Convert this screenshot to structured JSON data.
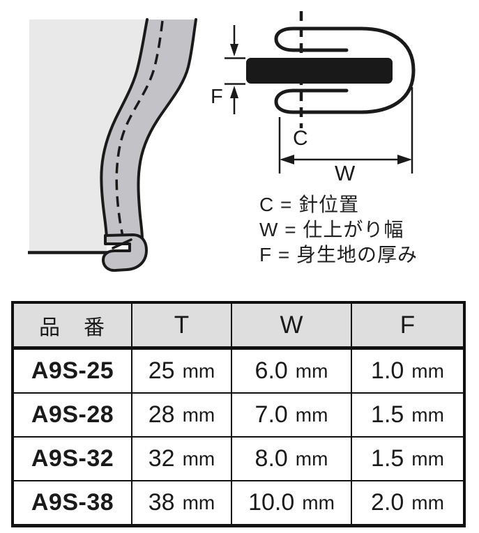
{
  "diagram": {
    "f_label": "F",
    "c_label": "C",
    "w_label": "W"
  },
  "legend": {
    "lines": [
      "C = 針位置",
      "W = 仕上がり幅",
      "F = 身生地の厚み"
    ]
  },
  "table": {
    "headers": [
      "品　番",
      "T",
      "W",
      "F"
    ],
    "unit": "mm",
    "rows": [
      {
        "part": "A9S-25",
        "t": "25",
        "w": "6.0",
        "f": "1.0"
      },
      {
        "part": "A9S-28",
        "t": "28",
        "w": "7.0",
        "f": "1.5"
      },
      {
        "part": "A9S-32",
        "t": "32",
        "w": "8.0",
        "f": "1.5"
      },
      {
        "part": "A9S-38",
        "t": "38",
        "w": "10.0",
        "f": "2.0"
      }
    ]
  },
  "colors": {
    "fabric_light": "#e9e9ea",
    "band_gray": "#c3c3c7",
    "ink": "#1a1a1a",
    "header_bg": "#dedede"
  }
}
